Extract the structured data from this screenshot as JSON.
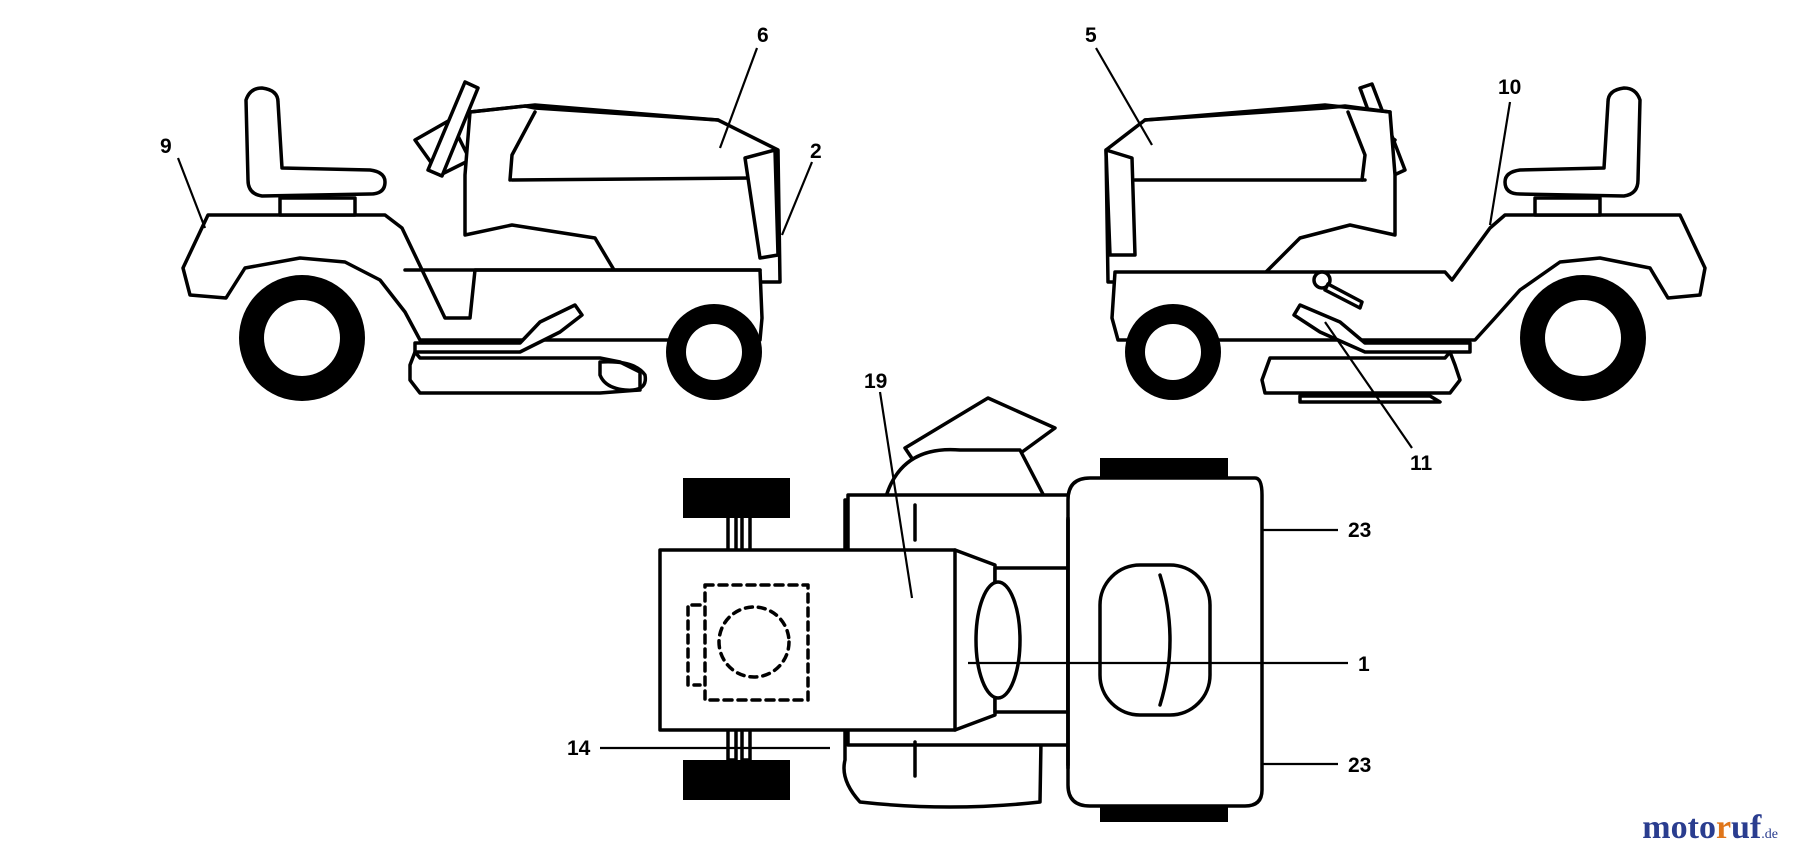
{
  "diagram": {
    "labels": {
      "l9": "9",
      "l6": "6",
      "l2": "2",
      "l5": "5",
      "l10": "10",
      "l11": "11",
      "l19": "19",
      "l23a": "23",
      "l1": "1",
      "l14": "14",
      "l23b": "23"
    }
  },
  "watermark": {
    "part1": "moto",
    "part2": "r",
    "part3": "uf",
    "part4": ".de"
  },
  "colors": {
    "line": "#000000",
    "tire": "#000000",
    "watermark_blue": "#2a3d8f",
    "watermark_orange": "#e0761a"
  }
}
